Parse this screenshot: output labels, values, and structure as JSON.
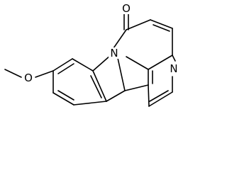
{
  "molecule": {
    "atoms": {
      "carbonyl_oxygen": "O",
      "ring_nitrogen": "N",
      "pyridine_nitrogen": "N",
      "ether_oxygen": "O"
    }
  },
  "colors": {
    "bond": "#000000",
    "label": "#000000",
    "background": "#ffffff"
  }
}
